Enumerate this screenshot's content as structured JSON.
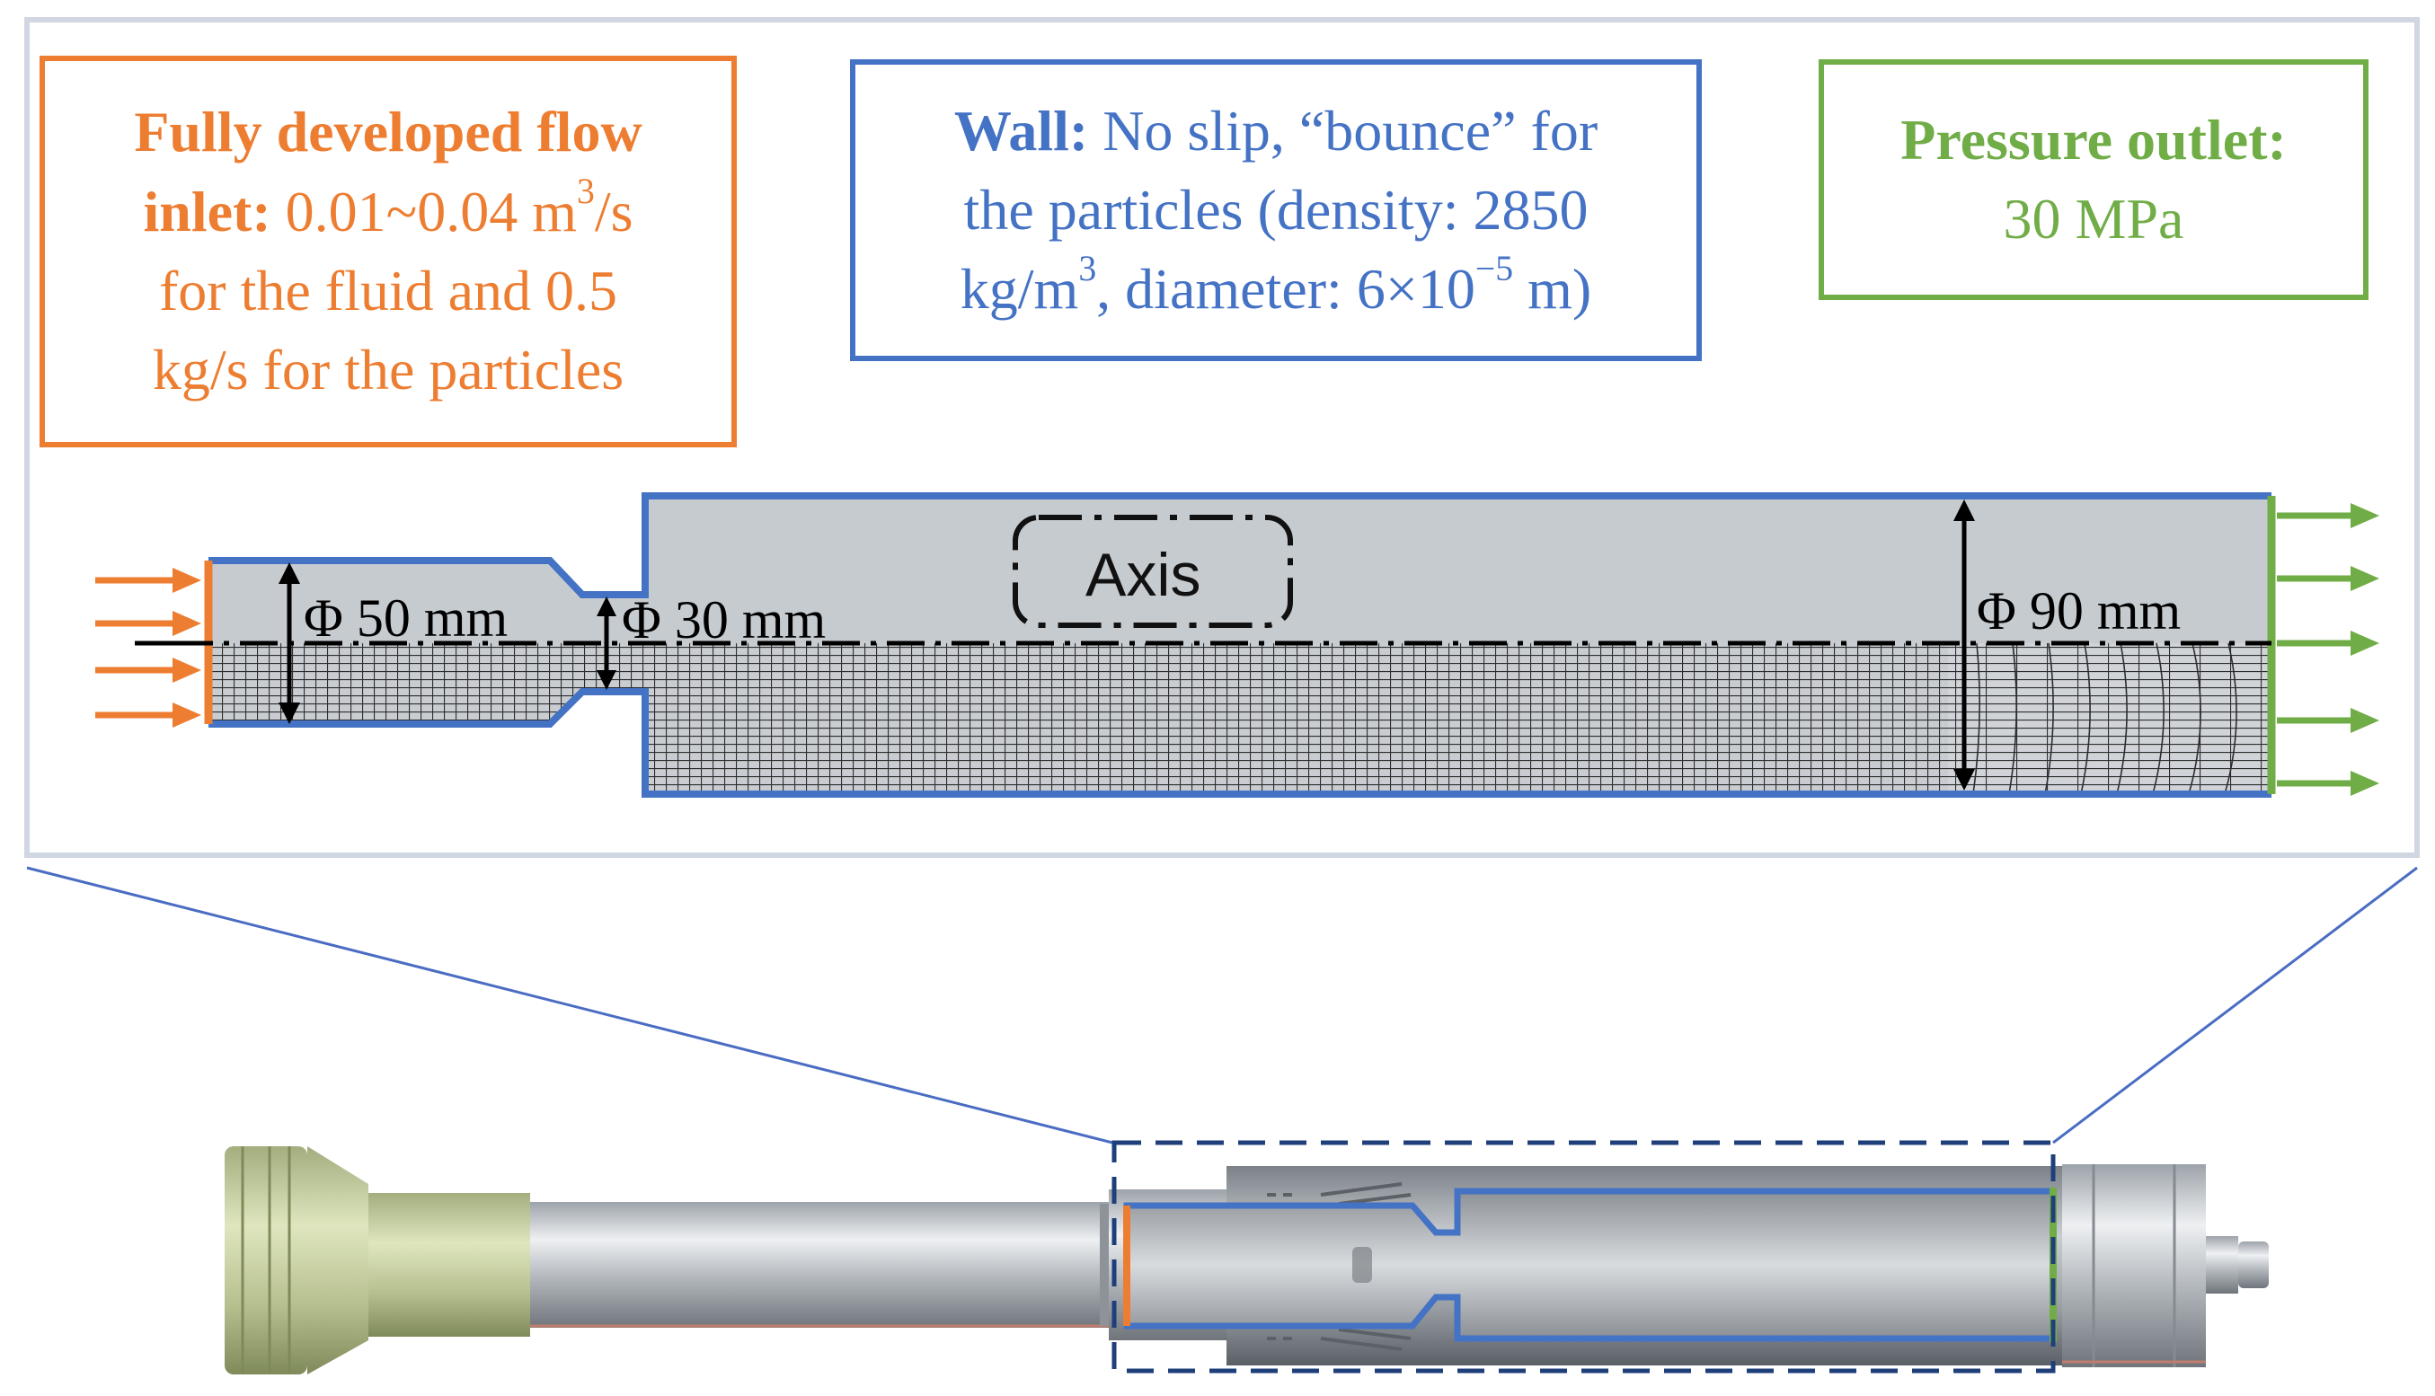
{
  "colors": {
    "inlet": "#ed7d31",
    "wall": "#4472c4",
    "outlet": "#70ad47",
    "detail_frame": "#d0d6e2",
    "leader": "#4a6cc2",
    "dashed_box": "#1f3f7a",
    "mesh_fill": "#c8ccd0",
    "mesh_line": "#2a2a2a"
  },
  "inlet_label": {
    "title_line1": "Fully developed flow",
    "title_line2_bold": "inlet:",
    "line2_rest": " 0.01~0.04 m",
    "line2_sup": "3",
    "line2_end": "/s",
    "line3": "for the fluid and 0.5",
    "line4": "kg/s for the particles"
  },
  "wall_label": {
    "bold": "Wall:",
    "line1_rest": " No slip, “bounce” for",
    "line2": "the particles (density: 2850",
    "line3_a": "kg/m",
    "line3_sup": "3",
    "line3_b": ", diameter: 6×10",
    "line3_sup2": "−5",
    "line3_c": " m)"
  },
  "outlet_label": {
    "bold": "Pressure outlet:",
    "value": "30 MPa"
  },
  "dimensions": {
    "d_inlet": "Φ 50 mm",
    "d_throat": "Φ 30 mm",
    "d_outlet": "Φ 90 mm"
  },
  "axis_label": "Axis",
  "icons": {
    "inlet_arrows": "arrow-right-icon",
    "outlet_arrows": "arrow-right-icon",
    "dimension_arrows": "double-arrow-vertical-icon"
  }
}
